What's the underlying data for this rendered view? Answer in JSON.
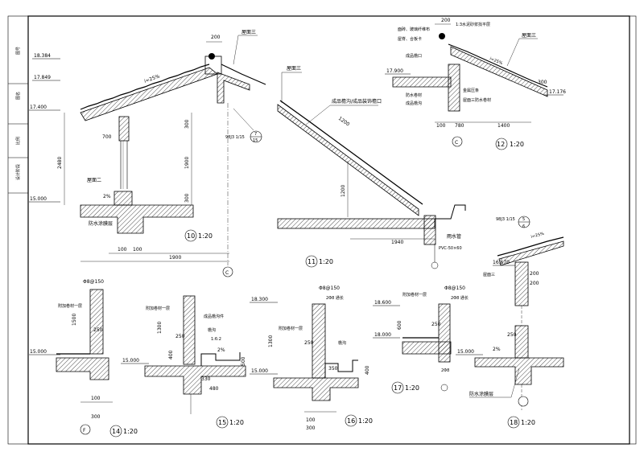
{
  "title_block": {
    "cells": [
      "图号",
      "图名",
      "比例",
      "设计阶段"
    ]
  },
  "details": [
    {
      "id": "10",
      "scale": "1:20",
      "grid_axis": "C",
      "elevations": [
        "18.384",
        "17.849",
        "17.400",
        "15.000"
      ],
      "slope": "i=25%",
      "ref": "98J3 1/15",
      "ref_num": "7",
      "ref_den": "15",
      "dims": {
        "top_ext": "200",
        "h_total": "2480",
        "d1": "300",
        "d2": "1900",
        "d3": "300",
        "w1": "700",
        "w_bot1": "100",
        "w_bot2": "100",
        "span": "1900"
      },
      "labels": {
        "roof": "屋面三",
        "floor": "屋面二",
        "waterproof": "防水涂膜层",
        "slope_small": "2%"
      }
    },
    {
      "id": "11",
      "scale": "1:20",
      "dims": {
        "d1": "1200",
        "d2": "1200",
        "d3": "1940"
      },
      "labels": {
        "roof": "屋面三",
        "note": "成品檐沟/成品装饰檐口",
        "gutter": "雨水管",
        "pipe": "PVC-50×60"
      }
    },
    {
      "id": "12",
      "scale": "1:20",
      "grid_axis": "C",
      "elevations": [
        "17.900",
        "17.176"
      ],
      "slope": "i=25%",
      "roof": "屋面三",
      "dims": {
        "d1": "200",
        "w1": "100",
        "w2": "780",
        "w3": "1400",
        "w4": "300"
      },
      "labels": {
        "l1": "面砖、玻璃纤维布",
        "l2": "屋脊、合板卡",
        "l3": "1:3水泥砂浆找平层",
        "l4": "成品檐口",
        "l5": "金属压条",
        "l6": "防水卷材",
        "l7": "成品檐沟",
        "l8": "屋面三防水卷材"
      }
    },
    {
      "id": "14",
      "scale": "1:20",
      "grid_axis": "F",
      "elevations": [
        "15.000"
      ],
      "dims": {
        "rebar": "Φ8@150",
        "h1": "1500",
        "d1": "250",
        "w1": "100",
        "w2": "300"
      },
      "labels": {
        "add": "附加卷材一层"
      }
    },
    {
      "id": "15",
      "scale": "1:20",
      "elevations": [
        "15.000"
      ],
      "dims": {
        "h1": "1300",
        "d1": "250",
        "d2": "400",
        "d3": "2%",
        "d4": "500",
        "w1": "330",
        "w2": "480"
      },
      "labels": {
        "add": "附加卷材一层",
        "cap": "成品檐沟件",
        "gutter": "檐沟",
        "slope": "1:6:2"
      }
    },
    {
      "id": "16",
      "scale": "1:20",
      "elevations": [
        "18.300",
        "15.000"
      ],
      "dims": {
        "rebar": "Φ8@150",
        "h1": "1300",
        "d1": "250",
        "d2": "350",
        "d3": "400",
        "w1": "100",
        "w2": "300"
      },
      "labels": {
        "add": "附加卷材一层",
        "gutter": "檐沟",
        "note": "2Φ8 通长"
      }
    },
    {
      "id": "17",
      "scale": "1:20",
      "elevations": [
        "18.600",
        "18.000"
      ],
      "dims": {
        "rebar": "Φ8@150",
        "h1": "600",
        "d1": "250",
        "w1": "2Φ8"
      },
      "labels": {
        "add": "附加卷材一层",
        "note": "2Φ8 通长"
      }
    },
    {
      "id": "18",
      "scale": "1:20",
      "elevations": [
        "16.670",
        "15.000"
      ],
      "ref": "98J3 1/15",
      "ref_num": "5",
      "ref_den": "6",
      "slope": "i=25%",
      "dims": {
        "d1": "200",
        "d2": "200",
        "d3": "250",
        "w1": "2%"
      },
      "labels": {
        "roof": "屋面三",
        "waterproof": "防水涂膜层"
      }
    }
  ]
}
